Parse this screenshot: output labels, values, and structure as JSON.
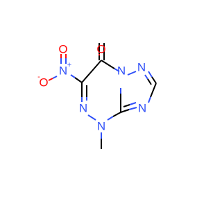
{
  "molecule": {
    "atoms": {
      "O_carbonyl": {
        "symbol": "O",
        "element": "O"
      },
      "N_nitro": {
        "symbol": "N",
        "charge": "+",
        "element": "N"
      },
      "O_nitro_top": {
        "symbol": "O",
        "element": "O"
      },
      "O_nitro_minus": {
        "symbol": "O",
        "charge": "-",
        "element": "O"
      },
      "N_ring_bridge": {
        "symbol": "N",
        "element": "N"
      },
      "N_triazole_top": {
        "symbol": "N",
        "element": "N"
      },
      "N_triazole_right": {
        "symbol": "N",
        "element": "N"
      },
      "N_ring_lower_left": {
        "symbol": "N",
        "element": "N"
      },
      "N_methyl": {
        "symbol": "N",
        "element": "N"
      }
    },
    "colors": {
      "carbon_bond": "#000000",
      "nitrogen": "#3050F8",
      "oxygen": "#FF0D0D"
    }
  }
}
